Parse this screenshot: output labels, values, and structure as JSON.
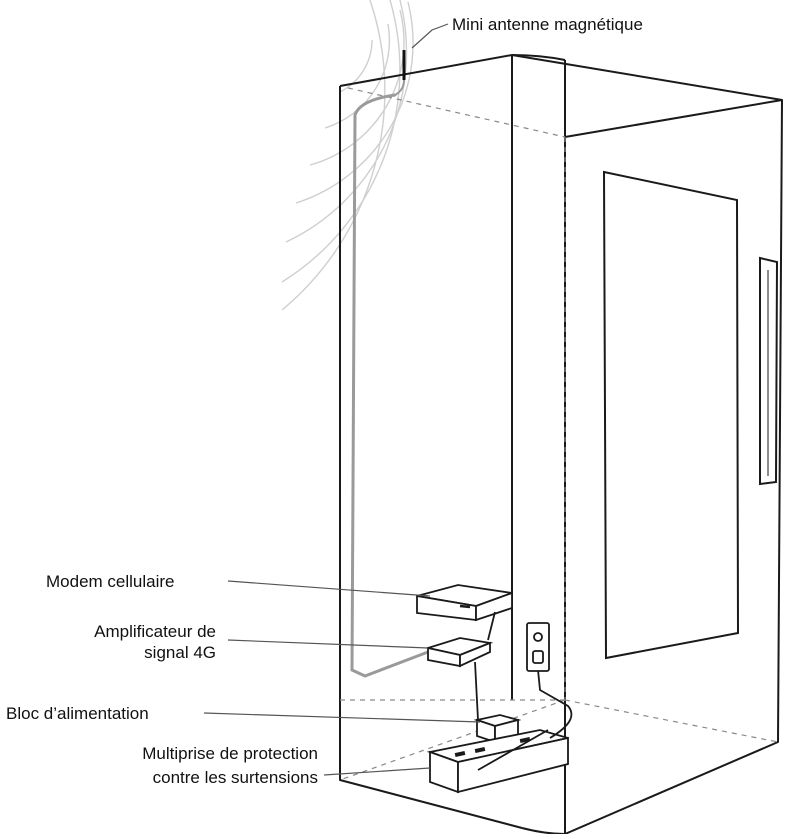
{
  "labels": {
    "antenna": "Mini antenne magnétique",
    "modem": "Modem cellulaire",
    "amplifier_line1": "Amplificateur de",
    "amplifier_line2": "signal 4G",
    "power_supply": "Bloc d’alimentation",
    "surge_line1": "Multiprise de protection",
    "surge_line2": "contre les surtensions"
  },
  "colors": {
    "outline": "#1a1a1a",
    "cable": "#9a9a9a",
    "waves": "#cfcfcf",
    "hidden_edges": "#8a8a8a"
  }
}
